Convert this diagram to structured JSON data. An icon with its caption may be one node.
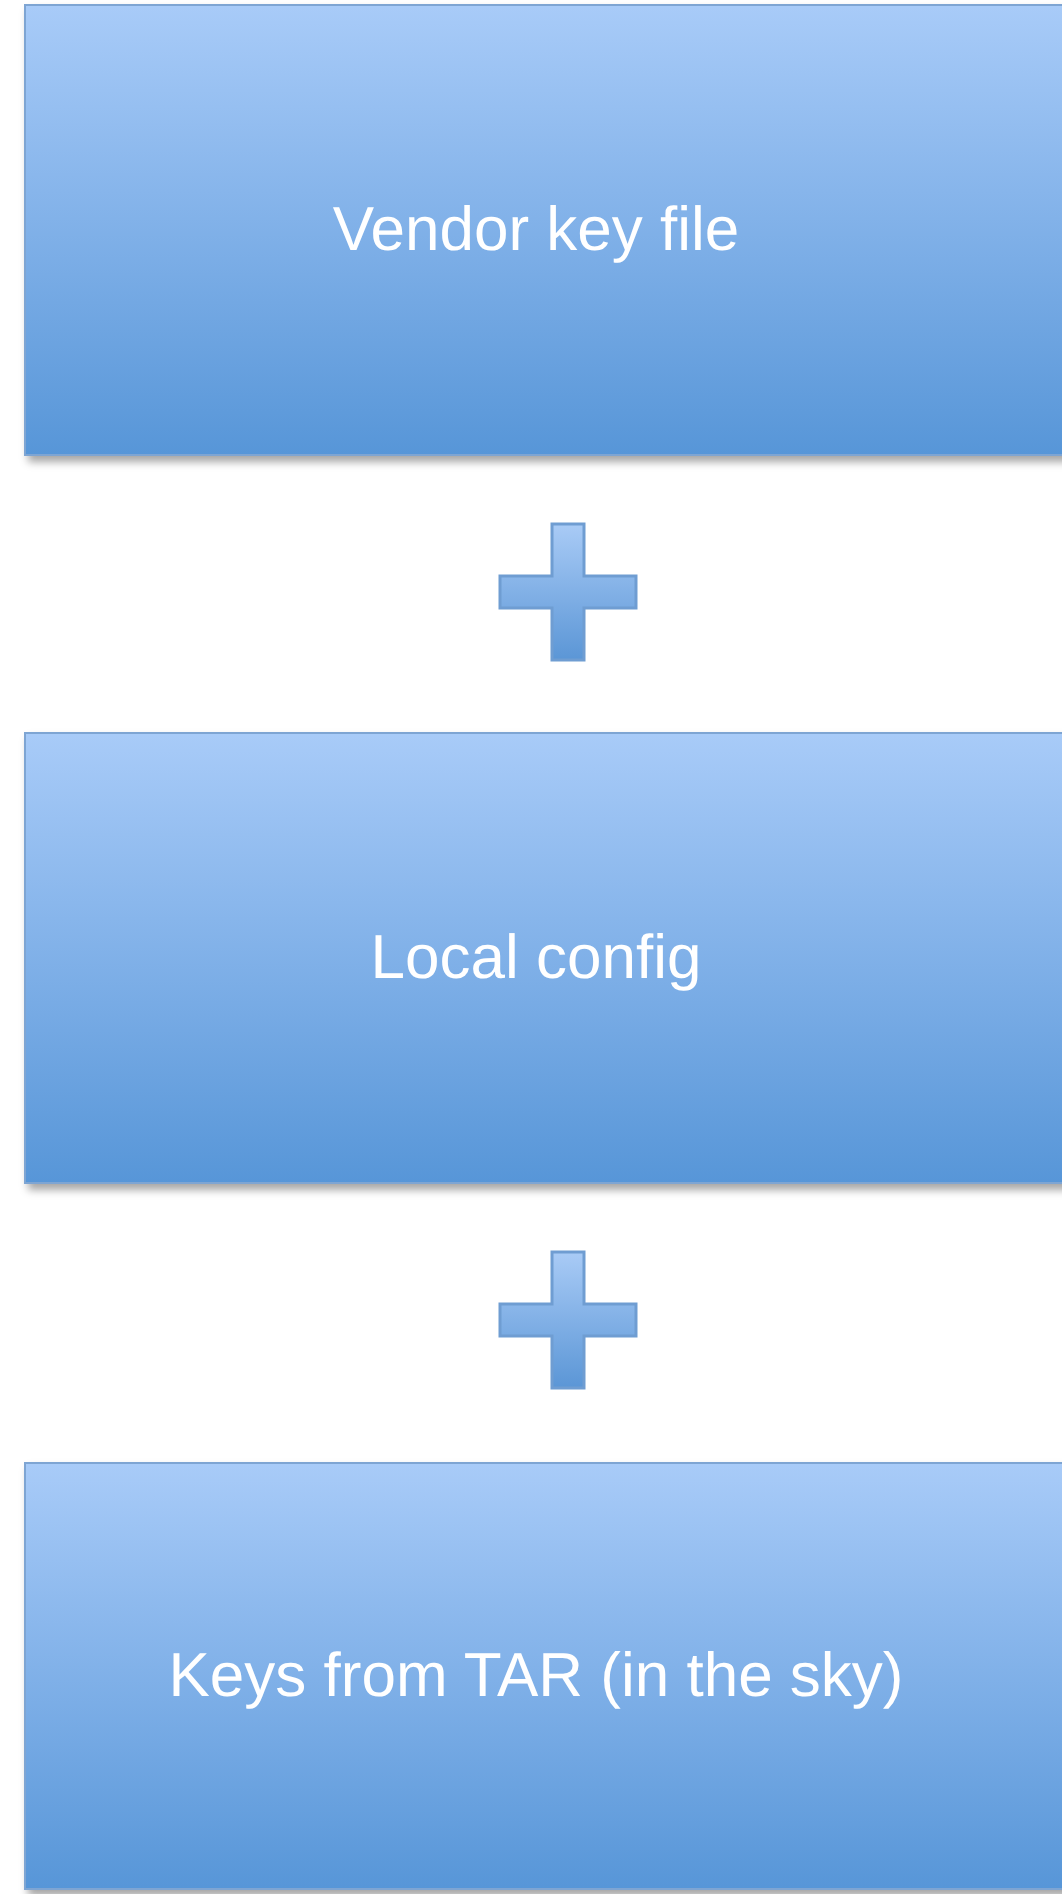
{
  "diagram": {
    "nodes": [
      {
        "text": [
          "Vendor key file"
        ]
      },
      {
        "text": [
          "Local config"
        ]
      },
      {
        "text": [
          "Keys from TAR (in the sky)"
        ]
      }
    ]
  }
}
